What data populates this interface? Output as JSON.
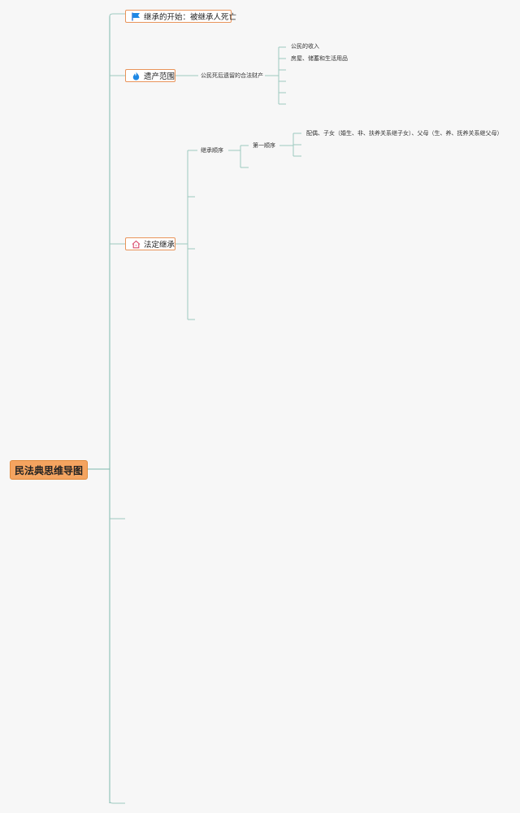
{
  "root": {
    "label": "民法典思维导图"
  },
  "topics": {
    "inheritance_start": {
      "label": "继承的开始：被继承人死亡",
      "icon": "flag-icon"
    },
    "estate_scope": {
      "label": "遗产范围",
      "icon": "flame-icon"
    },
    "statutory_inheritance": {
      "label": "法定继承",
      "icon": "home-icon"
    }
  },
  "estate": {
    "definition": "公民死后遗留的合法财产",
    "items": [
      "公民的收入",
      "房屋、储蓄和生活用品"
    ]
  },
  "statutory": {
    "order_label": "继承顺序",
    "first_order": "第一顺序",
    "first_order_members": "配偶、子女（婚生、非、扶养关系继子女）、父母（生、养、抚养关系继父母）"
  },
  "colors": {
    "root_fill": "#f4a460",
    "topic_border": "#e9945a",
    "connector": "#9cc9bf"
  }
}
